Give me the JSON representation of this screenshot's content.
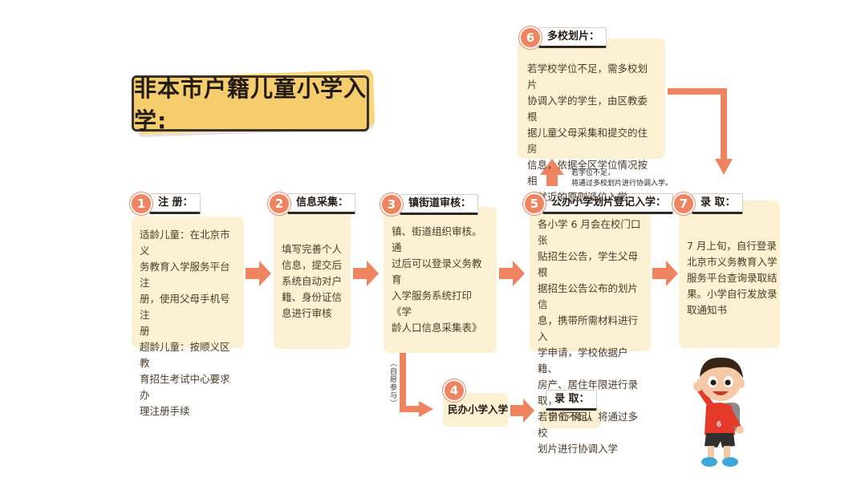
{
  "title": "非本市户籍儿童小学入学:",
  "steps": {
    "s1": {
      "num": "1",
      "label": "注 册：",
      "lines": [
        "适龄儿童：在北京市义",
        "务教育入学服务平台注",
        "册，使用父母手机号注",
        "册",
        "超龄儿童：按顺义区教",
        "育招生考试中心要求办",
        "理注册手续"
      ]
    },
    "s2": {
      "num": "2",
      "label": "信息采集：",
      "lines": [
        "填写完善个人",
        "信息，提交后",
        "系统自动对户",
        "籍、身份证信",
        "息进行审核"
      ]
    },
    "s3": {
      "num": "3",
      "label": "镇街道审核：",
      "lines": [
        "镇、街道组织审核。通",
        "过后可以登录义务教育",
        "入学服务系统打印《学",
        "龄人口信息采集表》"
      ]
    },
    "s4": {
      "num": "4",
      "label": "民办小学入学"
    },
    "s4r": {
      "label": "录 取：",
      "text": "自行确认"
    },
    "s5": {
      "num": "5",
      "label": "公办小学划片登记入学：",
      "lines": [
        "各小学 6 月会在校门口张",
        "贴招生公告，学生父母根",
        "据招生公告公布的划片信",
        "息，携带所需材料进行入",
        "学申请，学校依据户籍、",
        "房产、居住年限进行录取，",
        "若学位不足，将通过多校",
        "划片进行协调入学"
      ]
    },
    "s6": {
      "num": "6",
      "label": "多校划片：",
      "lines": [
        "若学校学位不足，需多校划片",
        "协调入学的学生，由区教委根",
        "据儿童父母采集和提交的住房",
        "信息，依据全区学位情况按相",
        "对就近的原则派位入学"
      ]
    },
    "s7": {
      "num": "7",
      "label": "录 取：",
      "lines": [
        "7 月上旬，自行登录",
        "北京市义务教育入学",
        "服务平台查询录取结",
        "果。小学自行发放录",
        "取通知书"
      ]
    }
  },
  "notes": {
    "upper": [
      "若学位不足，",
      "将通过多校划片进行协调入学。"
    ],
    "voluntary": "（自愿参与）"
  },
  "colors": {
    "arrow": "#ef8460",
    "box": "#fdf1d3",
    "title_bg": "#f6cd6d"
  }
}
